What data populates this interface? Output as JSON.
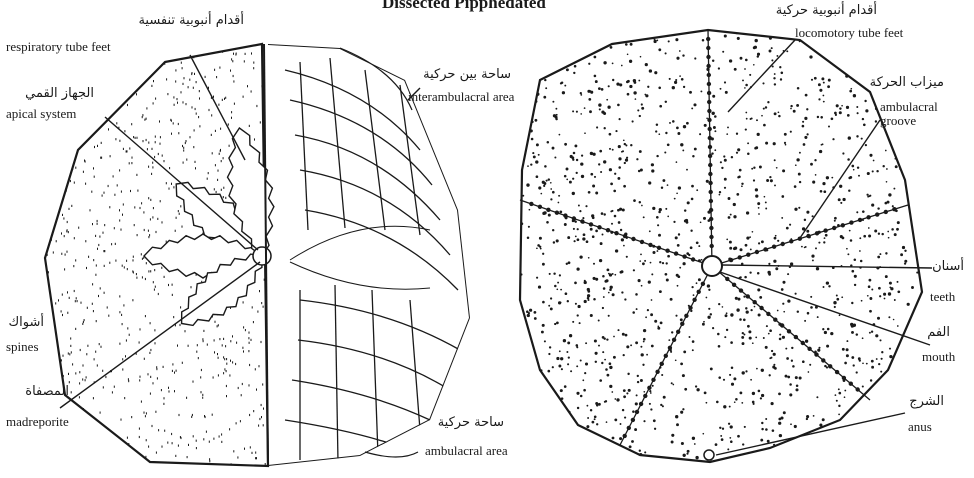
{
  "title": "Dissected  Pipphedated",
  "colors": {
    "ink": "#1a1a1a",
    "paper": "#ffffff"
  },
  "left_figure": {
    "labels": [
      {
        "key": "respiratory_tube_feet",
        "ar": "أقدام أنبوبية تنفسية",
        "en": "respiratory tube feet"
      },
      {
        "key": "apical_system",
        "ar": "الجهاز القمي",
        "en": "apical system"
      },
      {
        "key": "interambulacral_area",
        "ar": "ساحة بين حركية",
        "en": "interambulacral area"
      },
      {
        "key": "spines",
        "ar": "أشواك",
        "en": "spines"
      },
      {
        "key": "madreporite",
        "ar": "المصفاة",
        "en": "madreporite"
      },
      {
        "key": "ambulacral_area",
        "ar": "ساحة حركية",
        "en": "ambulacral area"
      }
    ]
  },
  "right_figure": {
    "labels": [
      {
        "key": "locomotory_tube_feet",
        "ar": "أقدام أنبوبية حركية",
        "en": "locomotory tube feet"
      },
      {
        "key": "ambulacral_groove",
        "ar": "ميزاب الحركة",
        "en": "ambulacral groove"
      },
      {
        "key": "teeth",
        "ar": "أسنان",
        "en": "teeth"
      },
      {
        "key": "mouth",
        "ar": "الفم",
        "en": "mouth"
      },
      {
        "key": "anus",
        "ar": "الشرج",
        "en": "anus"
      }
    ]
  }
}
